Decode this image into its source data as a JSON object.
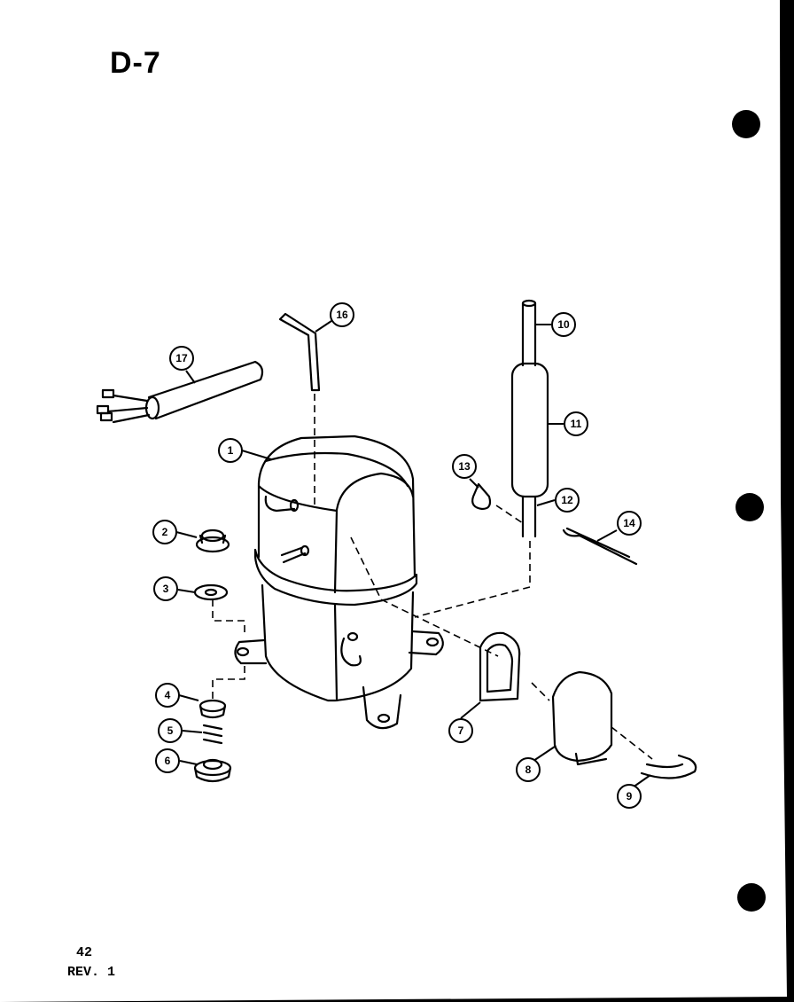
{
  "page": {
    "label": "D-7",
    "page_number": "42",
    "revision": "REV. 1"
  },
  "callouts": [
    "1",
    "2",
    "3",
    "4",
    "5",
    "6",
    "7",
    "8",
    "9",
    "10",
    "11",
    "12",
    "13",
    "14",
    "16",
    "17"
  ],
  "colors": {
    "ink": "#000000",
    "paper": "#ffffff",
    "background": "#000000"
  }
}
